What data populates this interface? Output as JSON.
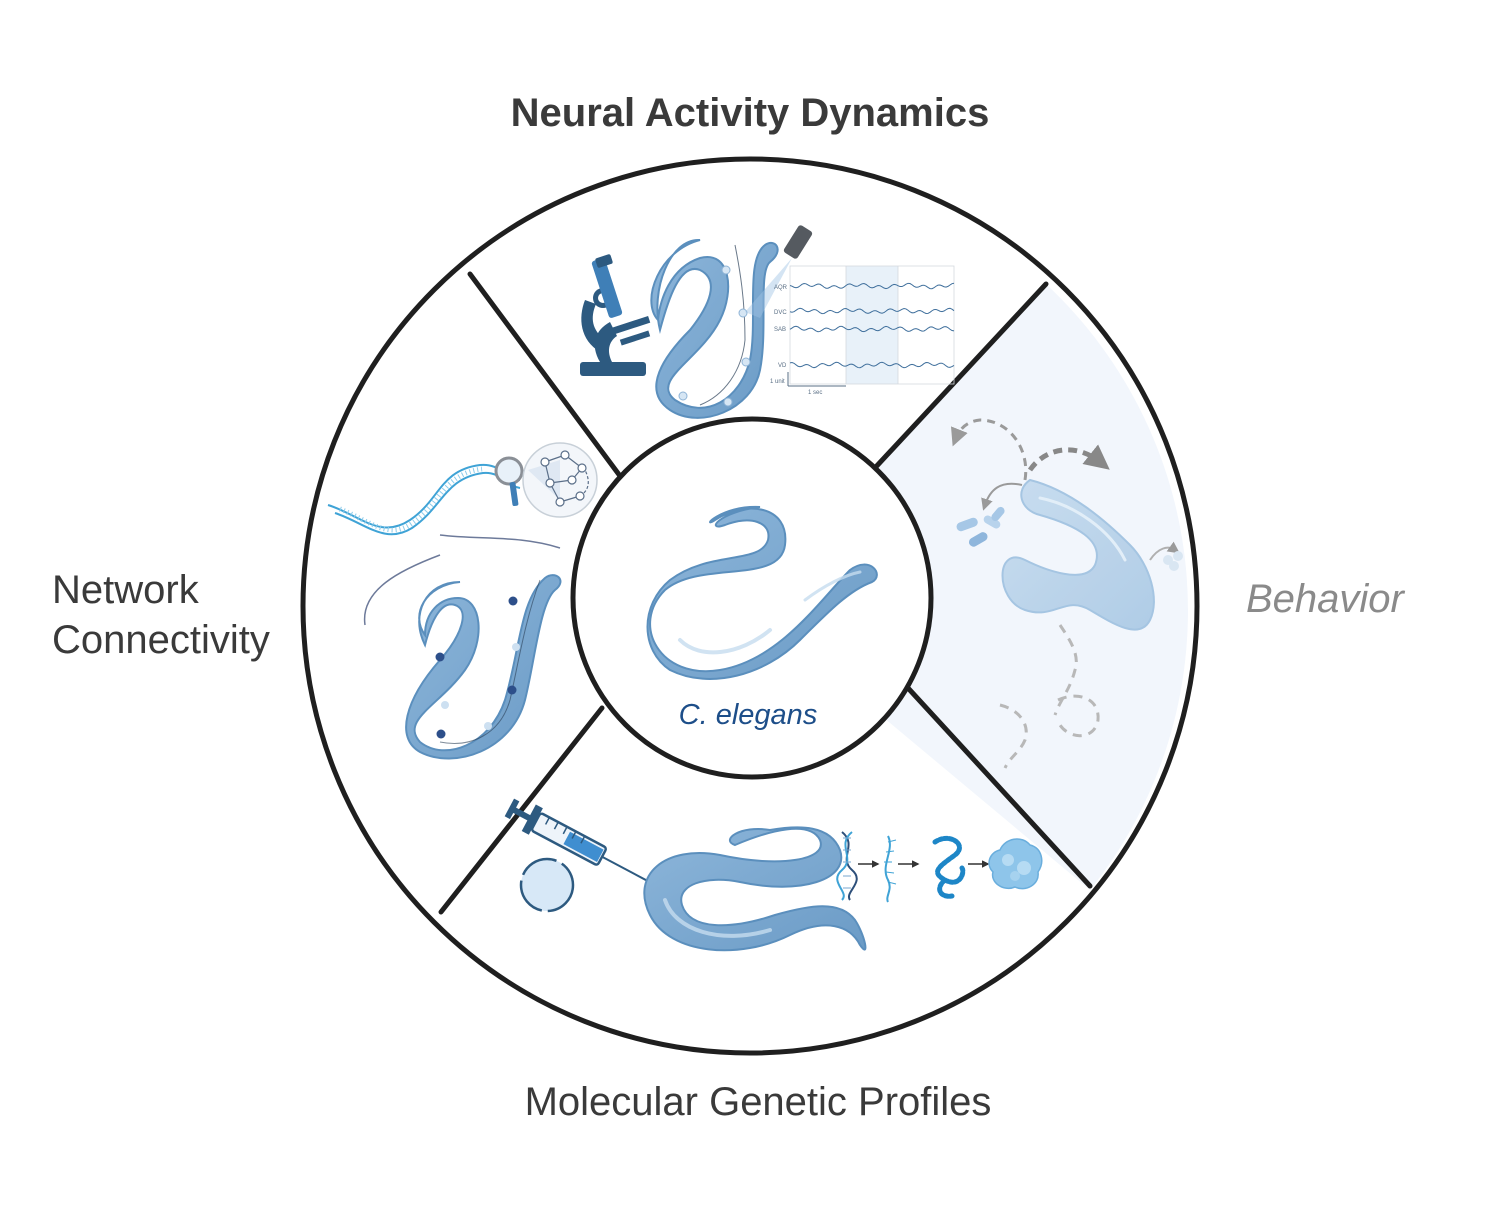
{
  "labels": {
    "top": "Neural Activity Dynamics",
    "left_line1": "Network",
    "left_line2": "Connectivity",
    "right": "Behavior",
    "bottom": "Molecular Genetic Profiles"
  },
  "center": {
    "caption": "C. elegans"
  },
  "traces": {
    "rows": [
      "AQR",
      "DVC",
      "SAB",
      "VD"
    ],
    "scale_y": "1 unit",
    "scale_x": "1 sec"
  },
  "colors": {
    "ring": "#1f1f1f",
    "worm_fill": "#7aa7cf",
    "worm_stroke": "#5b8fbd",
    "worm_highlight": "#a9c8e4",
    "behavior_bg": "#f2f6fc",
    "caption": "#1d4e89",
    "text": "#3a3a3a",
    "muted_text": "#8a8a8a"
  },
  "icons": [
    "microscope-icon",
    "laser-icon",
    "magnifier-icon",
    "network-icon",
    "syringe-icon",
    "plasmid-icon",
    "dna-icon",
    "rna-icon",
    "protein-icon",
    "bacteria-icon"
  ]
}
